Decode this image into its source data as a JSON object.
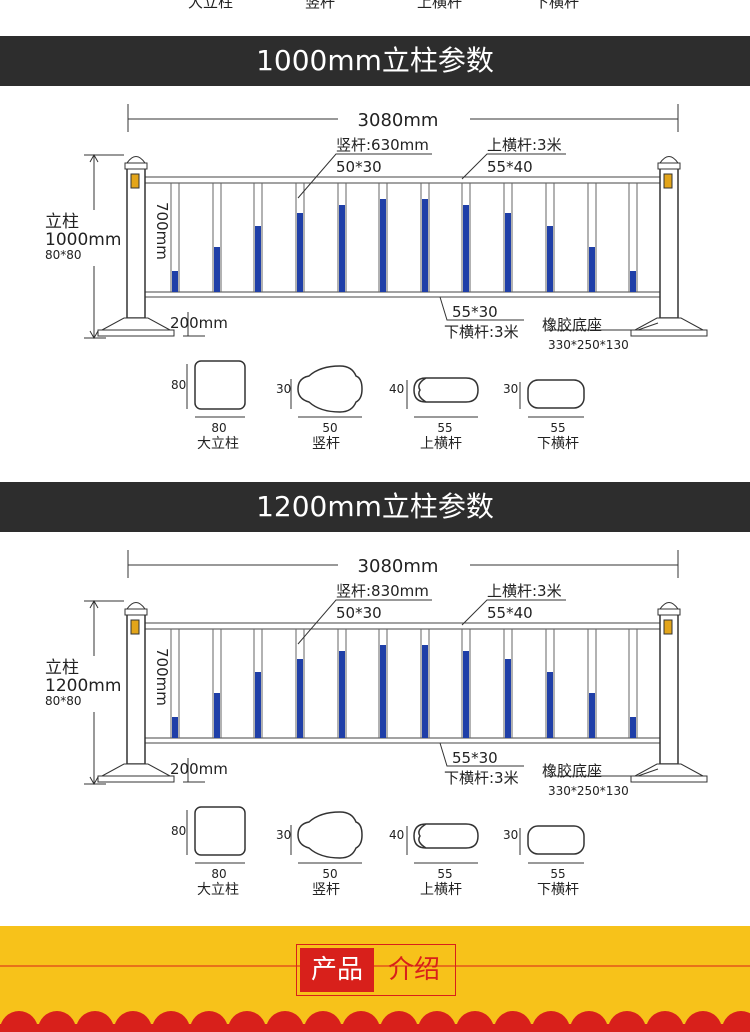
{
  "top_cut_labels": [
    "大立柱",
    "竖杆",
    "上横杆",
    "下横杆"
  ],
  "sections": [
    {
      "title": "1000mm立柱参数",
      "length": "3080mm",
      "vertical_bar_label": "竖杆:630mm",
      "vertical_bar_size": "50*30",
      "top_rail_label": "上横杆:3米",
      "top_rail_size": "55*40",
      "post_title": "立柱",
      "post_height": "1000mm",
      "post_size": "80*80",
      "bar_height": "700mm",
      "clearance": "200mm",
      "bottom_rail_size": "55*30",
      "bottom_rail_label": "下横杆:3米",
      "base_label": "橡胶底座",
      "base_size": "330*250*130",
      "profiles": [
        {
          "h": "80",
          "w": "80",
          "name": "大立柱"
        },
        {
          "h": "30",
          "w": "50",
          "name": "竖杆"
        },
        {
          "h": "40",
          "w": "55",
          "name": "上横杆"
        },
        {
          "h": "30",
          "w": "55",
          "name": "下横杆"
        }
      ]
    },
    {
      "title": "1200mm立柱参数",
      "length": "3080mm",
      "vertical_bar_label": "竖杆:830mm",
      "vertical_bar_size": "50*30",
      "top_rail_label": "上横杆:3米",
      "top_rail_size": "55*40",
      "post_title": "立柱",
      "post_height": "1200mm",
      "post_size": "80*80",
      "bar_height": "700mm",
      "clearance": "200mm",
      "bottom_rail_size": "55*30",
      "bottom_rail_label": "下横杆:3米",
      "base_label": "橡胶底座",
      "base_size": "330*250*130",
      "profiles": [
        {
          "h": "80",
          "w": "80",
          "name": "大立柱"
        },
        {
          "h": "30",
          "w": "50",
          "name": "竖杆"
        },
        {
          "h": "40",
          "w": "55",
          "name": "上横杆"
        },
        {
          "h": "30",
          "w": "55",
          "name": "下横杆"
        }
      ]
    }
  ],
  "footer": {
    "left": "产品",
    "right": "介绍"
  },
  "colors": {
    "band": "#2d2d2d",
    "blue": "#1f3fa8",
    "footer_yellow": "#f7c21a",
    "footer_red": "#d8201b"
  }
}
